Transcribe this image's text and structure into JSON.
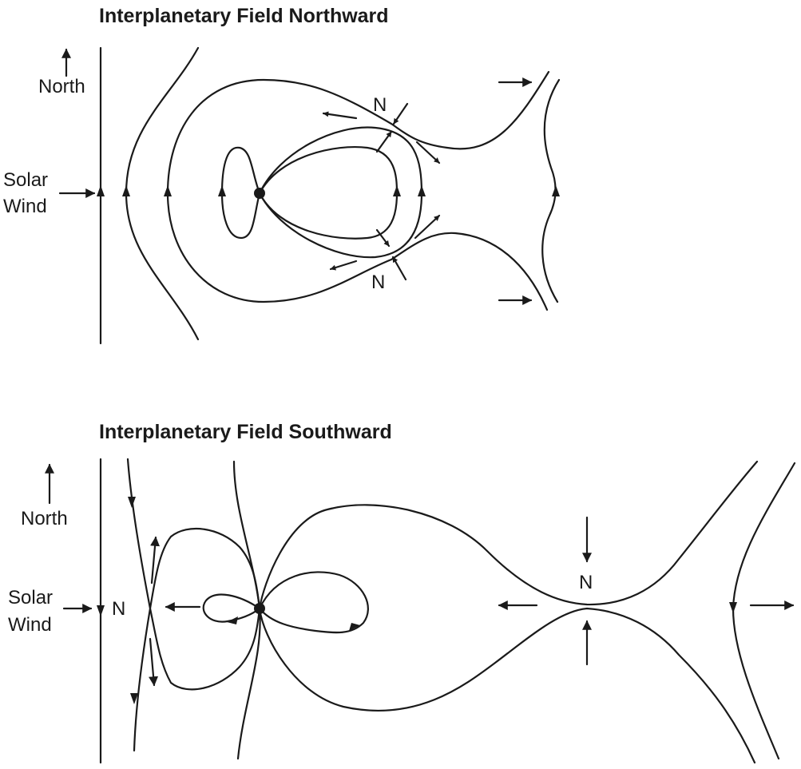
{
  "top_panel": {
    "title": "Interplanetary Field Northward",
    "north_label": "North",
    "solar_wind_line1": "Solar",
    "solar_wind_line2": "Wind",
    "neutral_point_upper": "N",
    "neutral_point_lower": "N"
  },
  "bottom_panel": {
    "title": "Interplanetary Field Southward",
    "north_label": "North",
    "solar_wind_line1": "Solar",
    "solar_wind_line2": "Wind",
    "neutral_point_front": "N",
    "neutral_point_tail": "N"
  },
  "icons": {
    "earth": "earth-dot-icon",
    "arrow": "arrow-icon"
  },
  "colors": {
    "ink": "#1a1a1a",
    "background": "#ffffff"
  }
}
